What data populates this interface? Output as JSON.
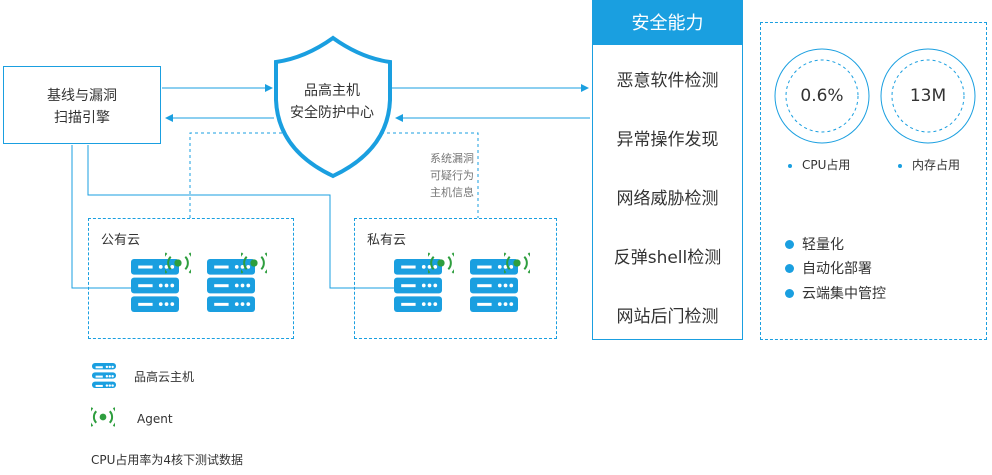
{
  "scanner": {
    "line1": "基线与漏洞",
    "line2": "扫描引擎"
  },
  "center": {
    "line1": "品高主机",
    "line2": "安全防护中心"
  },
  "note": {
    "line1": "系统漏洞",
    "line2": "可疑行为",
    "line3": "主机信息"
  },
  "clouds": {
    "public_label": "公有云",
    "private_label": "私有云"
  },
  "capabilities": {
    "title": "安全能力",
    "items": [
      "恶意软件检测",
      "异常操作发现",
      "网络威胁检测",
      "反弹shell检测",
      "网站后门检测"
    ]
  },
  "performance": {
    "cpu_value": "0.6%",
    "cpu_label": "CPU占用",
    "mem_value": "13M",
    "mem_label": "内存占用",
    "features": [
      "轻量化",
      "自动化部署",
      "云端集中管控"
    ]
  },
  "legend": {
    "server_label": "品高云主机",
    "agent_label": "Agent"
  },
  "footnote": "CPU占用率为4核下测试数据",
  "colors": {
    "accent": "#1a9fe0",
    "agent": "#2e9e3e"
  },
  "icons": {
    "server": "server-icon",
    "agent": "agent-signal-icon",
    "shield": "shield-icon"
  }
}
